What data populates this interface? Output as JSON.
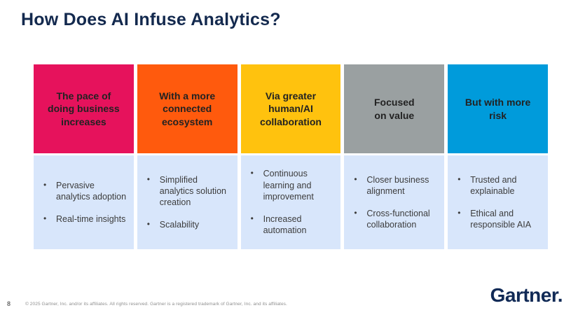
{
  "slide": {
    "title": "How Does AI Infuse Analytics?",
    "page_number": "8",
    "copyright": "© 2025 Gartner, Inc. and/or its affiliates. All rights reserved. Gartner is a registered trademark of Gartner, Inc. and its affiliates.",
    "logo_text": "Gartner."
  },
  "colors": {
    "title_navy": "#13294E",
    "header_text": "#222222",
    "body_bg": "#D8E6FB",
    "body_text": "#3C3C3C",
    "pink": "#E6125C",
    "orange": "#FF5A0D",
    "yellow": "#FFC20E",
    "gray": "#9AA0A1",
    "blue": "#009BDB"
  },
  "columns": [
    {
      "header": "The pace of\ndoing business\nincreases",
      "color": "#E6125C",
      "bullets": [
        "Pervasive analytics adoption",
        "Real-time insights"
      ]
    },
    {
      "header": "With a more\nconnected\necosystem",
      "color": "#FF5A0D",
      "bullets": [
        "Simplified analytics solution creation",
        "Scalability"
      ]
    },
    {
      "header": "Via greater\nhuman/AI\ncollaboration",
      "color": "#FFC20E",
      "bullets": [
        "Continuous learning and improvement",
        "Increased automation"
      ]
    },
    {
      "header": "Focused\non value",
      "color": "#9AA0A1",
      "bullets": [
        "Closer business alignment",
        "Cross-functional collaboration"
      ]
    },
    {
      "header": "But with more\nrisk",
      "color": "#009BDB",
      "bullets": [
        "Trusted and explainable",
        "Ethical and responsible AIA"
      ]
    }
  ]
}
